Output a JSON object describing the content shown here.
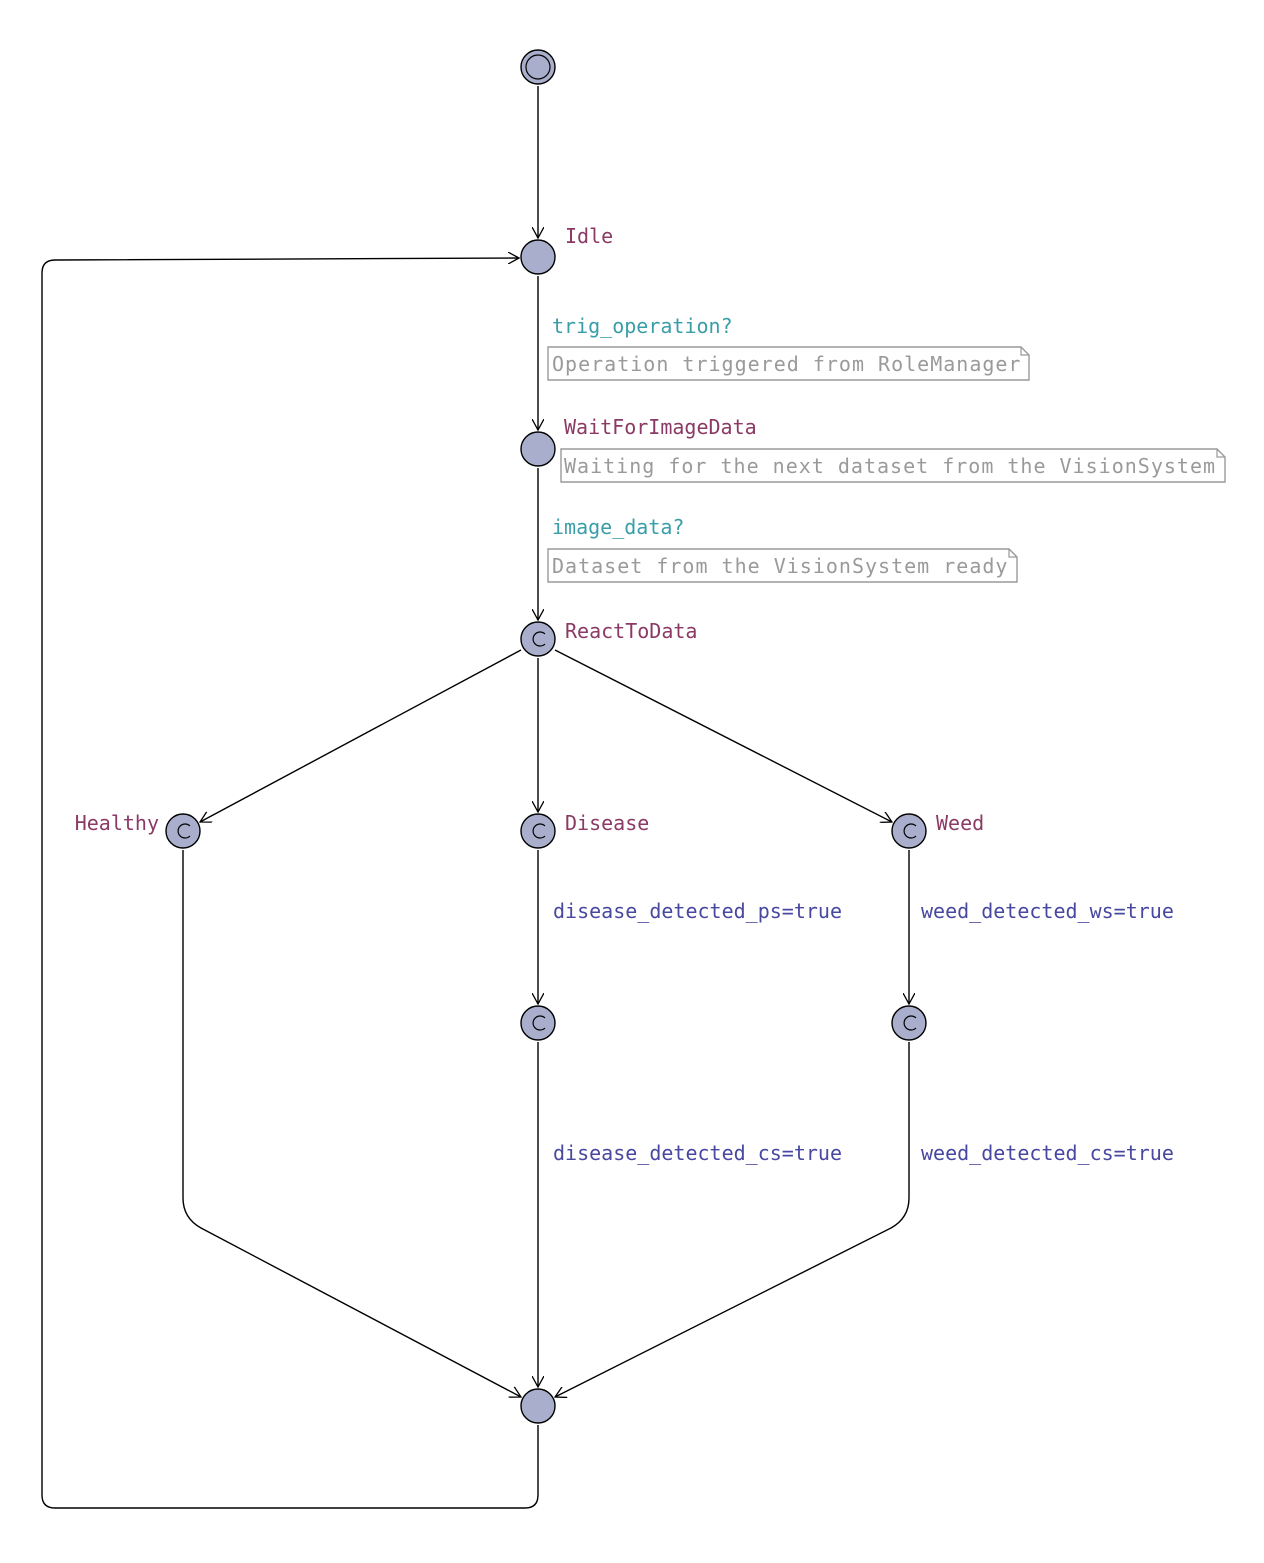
{
  "locations": {
    "init": {
      "name": ""
    },
    "idle": {
      "name": "Idle"
    },
    "wait_for_image_data": {
      "name": "WaitForImageData"
    },
    "react_to_data": {
      "name": "ReactToData"
    },
    "healthy": {
      "name": "Healthy"
    },
    "disease": {
      "name": "Disease"
    },
    "weed": {
      "name": "Weed"
    },
    "disease_committed": {
      "name": ""
    },
    "weed_committed": {
      "name": ""
    },
    "merge": {
      "name": ""
    }
  },
  "committed_marker": "C",
  "edges": {
    "idle_to_wait": {
      "sync": "trig_operation?",
      "comment": "Operation triggered from RoleManager"
    },
    "wait_to_react": {
      "sync": "image_data?",
      "comment": "Dataset from the VisionSystem ready"
    },
    "disease_step1": {
      "assignment": "disease_detected_ps=true"
    },
    "disease_step2": {
      "assignment": "disease_detected_cs=true"
    },
    "weed_step1": {
      "assignment": "weed_detected_ws=true"
    },
    "weed_step2": {
      "assignment": "weed_detected_cs=true"
    }
  },
  "location_comments": {
    "wait_for_image_data": "Waiting for the next dataset from the VisionSystem"
  },
  "colors": {
    "location_fill": "#a8aecb",
    "location_name": "#8a3a64",
    "sync_label": "#3a9ea8",
    "assignment_label": "#4848a0",
    "comment": "#9a9a9a"
  }
}
